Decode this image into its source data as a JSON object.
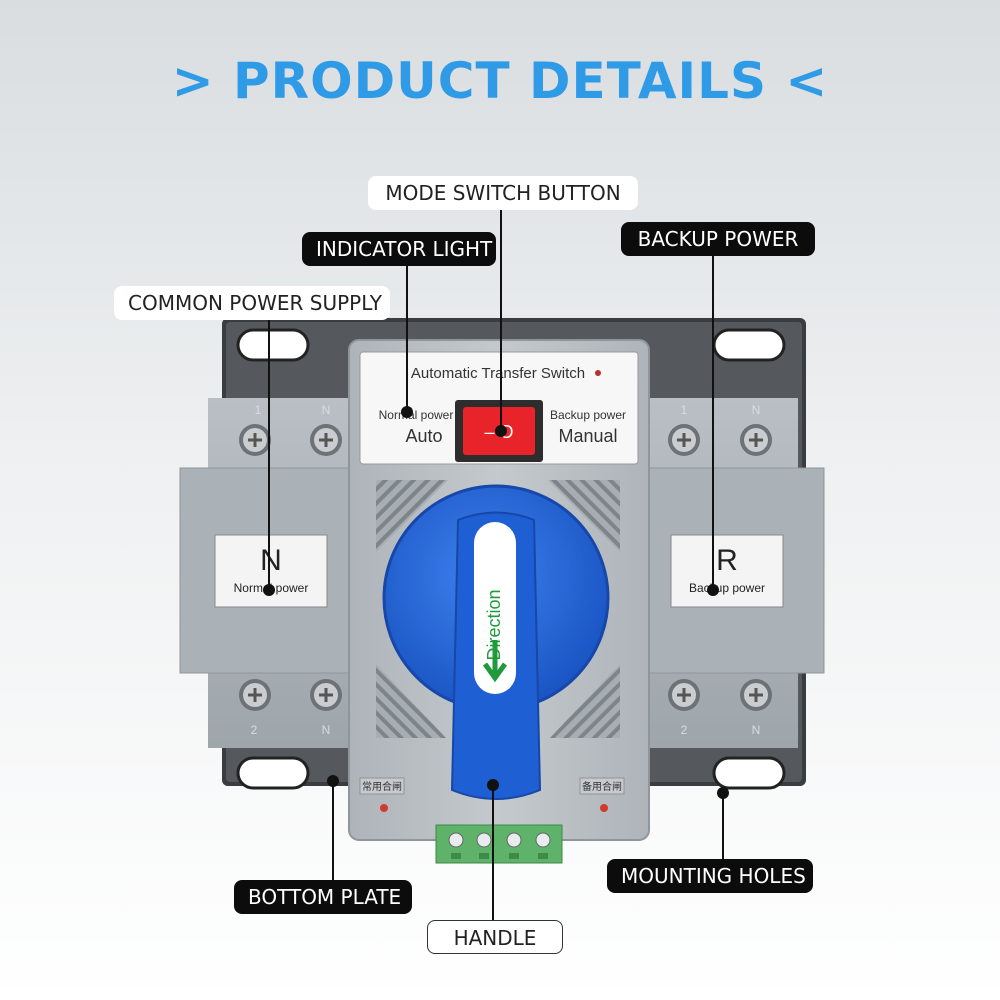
{
  "header": {
    "title": "> PRODUCT DETAILS <"
  },
  "labels": {
    "mode_switch_button": "MODE SWITCH BUTTON",
    "indicator_light": "INDICATOR LIGHT",
    "backup_power": "BACKUP POWER",
    "common_power_supply": "COMMON POWER SUPPLY",
    "bottom_plate": "BOTTOM PLATE",
    "mounting_holes": "MOUNTING HOLES",
    "handle": "HANDLE"
  },
  "device": {
    "panel_title": "Automatic Transfer Switch",
    "normal_power_label": "Normal power",
    "auto_label": "Auto",
    "backup_power_label": "Backup power",
    "manual_label": "Manual",
    "switch_marks": "– O",
    "left_plate_letter": "N",
    "left_plate_text": "Normal power",
    "right_plate_letter": "R",
    "right_plate_text": "Backup power",
    "handle_text": "Direction",
    "terminal_top_1": "1",
    "terminal_top_n": "N",
    "terminal_bottom_2": "2",
    "terminal_bottom_n": "N",
    "bottom_left_cn": "常用合闸",
    "bottom_right_cn": "备用合闸"
  },
  "colors": {
    "title": "#2f9be6",
    "body_gray": "#a9b0b6",
    "handle_blue": "#1e62d8",
    "switch_red": "#e8242a",
    "terminal_green": "#5fb26a"
  }
}
